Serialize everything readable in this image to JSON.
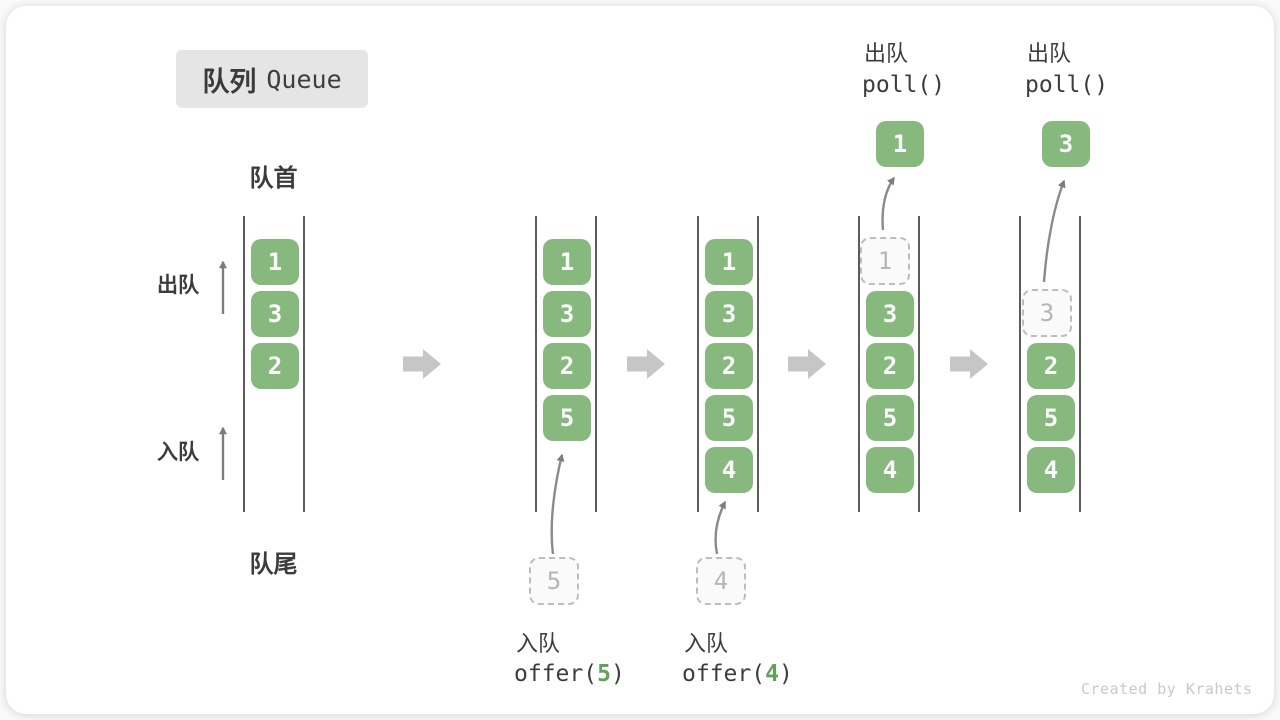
{
  "title": {
    "zh": "队列",
    "en": "Queue"
  },
  "side_labels": {
    "front": "队首",
    "rear": "队尾",
    "dequeue": "出队",
    "enqueue": "入队"
  },
  "queues": {
    "q1": {
      "slots": [
        "1",
        "3",
        "2"
      ]
    },
    "q2": {
      "slots": [
        "1",
        "3",
        "2",
        "5"
      ],
      "staging": "5"
    },
    "q3": {
      "slots": [
        "1",
        "3",
        "2",
        "5",
        "4"
      ],
      "staging": "4"
    },
    "q4": {
      "ghost": "1",
      "slots": [
        "3",
        "2",
        "5",
        "4"
      ],
      "polled": "1"
    },
    "q5": {
      "ghost": "3",
      "slots": [
        "2",
        "5",
        "4"
      ],
      "polled": "3"
    }
  },
  "ops": {
    "enq1": {
      "zh": "入队",
      "fn": "offer(",
      "arg": "5",
      "close": ")"
    },
    "enq2": {
      "zh": "入队",
      "fn": "offer(",
      "arg": "4",
      "close": ")"
    },
    "deq1": {
      "zh": "出队",
      "fn": "poll()"
    },
    "deq2": {
      "zh": "出队",
      "fn": "poll()"
    }
  },
  "watermark": "Created by Krahets",
  "colors": {
    "cell_green": "#87b97f",
    "arg_green": "#5fa357",
    "block_arrow_gray": "#c6c6c6",
    "thin_arrow_gray": "#7d7d7d",
    "title_bg": "#e5e5e5"
  }
}
